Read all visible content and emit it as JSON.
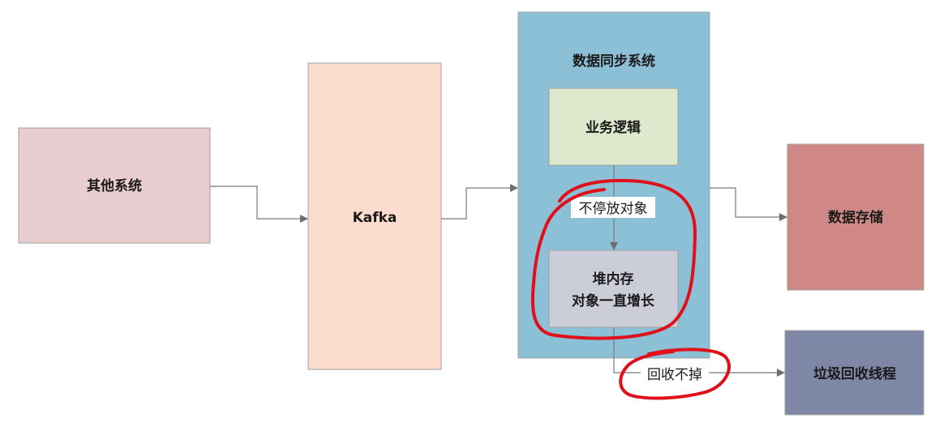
{
  "nodes": {
    "other_systems": {
      "label": "其他系统",
      "fill": "#eacdd1"
    },
    "kafka": {
      "label": "Kafka",
      "fill": "#fcdccf"
    },
    "sync_system": {
      "label": "数据同步系统",
      "fill": "#8cc0d6"
    },
    "business_logic": {
      "label": "业务逻辑",
      "fill": "#dde8cd"
    },
    "heap_memory": {
      "line1": "堆内存",
      "line2": "对象一直增长",
      "fill": "#cbcdd8"
    },
    "data_storage": {
      "label": "数据存储",
      "fill": "#d08886"
    },
    "gc_thread": {
      "label": "垃圾回收线程",
      "fill": "#7e87a5"
    }
  },
  "edges": {
    "keep_putting": "不停放对象",
    "cannot_reclaim": "回收不掉"
  },
  "colors": {
    "line": "#7a7a7a",
    "highlight": "#e0101a",
    "border": "#a0a0a0"
  }
}
